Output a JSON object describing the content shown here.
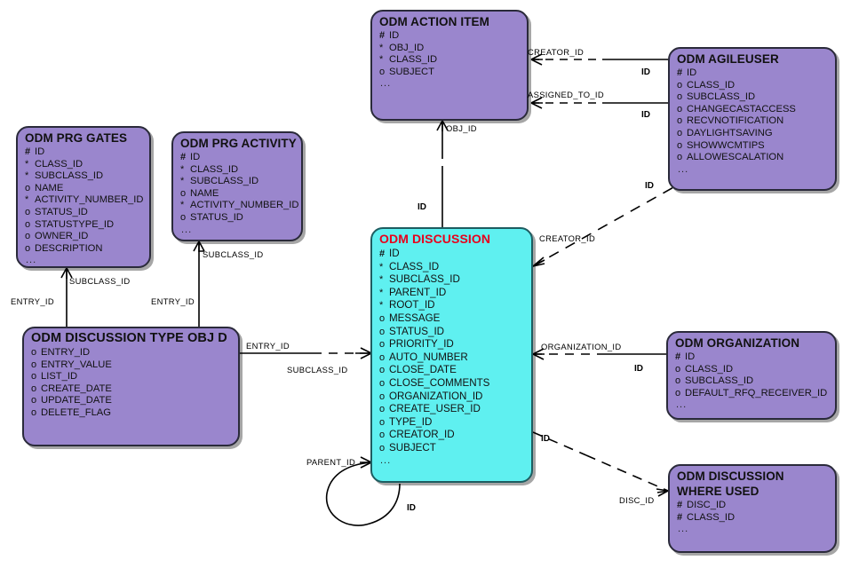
{
  "diagram": {
    "type": "entity-relationship",
    "background": "#ffffff",
    "colors": {
      "entity_fill": "#9a86cd",
      "highlight_entity_fill": "#5ff0f0",
      "highlight_title": "#e8001c",
      "border": "#2a2a3a",
      "line": "#000000"
    }
  },
  "entities": [
    {
      "id": "action_item",
      "title": "ODM ACTION ITEM",
      "attributes": [
        {
          "marker": "#",
          "name": "ID"
        },
        {
          "marker": "*",
          "name": "OBJ_ID"
        },
        {
          "marker": "*",
          "name": "CLASS_ID"
        },
        {
          "marker": "o",
          "name": "SUBJECT"
        }
      ],
      "more": "..."
    },
    {
      "id": "agileuser",
      "title": "ODM AGILEUSER",
      "attributes": [
        {
          "marker": "#",
          "name": "ID"
        },
        {
          "marker": "o",
          "name": "CLASS_ID"
        },
        {
          "marker": "o",
          "name": "SUBCLASS_ID"
        },
        {
          "marker": "o",
          "name": "CHANGECASTACCESS"
        },
        {
          "marker": "o",
          "name": "RECVNOTIFICATION"
        },
        {
          "marker": "o",
          "name": "DAYLIGHTSAVING"
        },
        {
          "marker": "o",
          "name": "SHOWWCMTIPS"
        },
        {
          "marker": "o",
          "name": "ALLOWESCALATION"
        }
      ],
      "more": "..."
    },
    {
      "id": "prg_gates",
      "title": "ODM PRG GATES",
      "attributes": [
        {
          "marker": "#",
          "name": "ID"
        },
        {
          "marker": "*",
          "name": "CLASS_ID"
        },
        {
          "marker": "*",
          "name": "SUBCLASS_ID"
        },
        {
          "marker": "o",
          "name": "NAME"
        },
        {
          "marker": "*",
          "name": "ACTIVITY_NUMBER_ID"
        },
        {
          "marker": "o",
          "name": "STATUS_ID"
        },
        {
          "marker": "o",
          "name": "STATUSTYPE_ID"
        },
        {
          "marker": "o",
          "name": "OWNER_ID"
        },
        {
          "marker": "o",
          "name": "DESCRIPTION"
        }
      ],
      "more": "..."
    },
    {
      "id": "prg_activity",
      "title": "ODM PRG ACTIVITY",
      "attributes": [
        {
          "marker": "#",
          "name": "ID"
        },
        {
          "marker": "*",
          "name": "CLASS_ID"
        },
        {
          "marker": "*",
          "name": "SUBCLASS_ID"
        },
        {
          "marker": "o",
          "name": "NAME"
        },
        {
          "marker": "*",
          "name": "ACTIVITY_NUMBER_ID"
        },
        {
          "marker": "o",
          "name": "STATUS_ID"
        }
      ],
      "more": "..."
    },
    {
      "id": "discussion",
      "title": "ODM DISCUSSION",
      "highlighted": true,
      "attributes": [
        {
          "marker": "#",
          "name": "ID"
        },
        {
          "marker": "*",
          "name": "CLASS_ID"
        },
        {
          "marker": "*",
          "name": "SUBCLASS_ID"
        },
        {
          "marker": "*",
          "name": "PARENT_ID"
        },
        {
          "marker": "*",
          "name": "ROOT_ID"
        },
        {
          "marker": "o",
          "name": "MESSAGE"
        },
        {
          "marker": "o",
          "name": "STATUS_ID"
        },
        {
          "marker": "o",
          "name": "PRIORITY_ID"
        },
        {
          "marker": "o",
          "name": "AUTO_NUMBER"
        },
        {
          "marker": "o",
          "name": "CLOSE_DATE"
        },
        {
          "marker": "o",
          "name": "CLOSE_COMMENTS"
        },
        {
          "marker": "o",
          "name": "ORGANIZATION_ID"
        },
        {
          "marker": "o",
          "name": "CREATE_USER_ID"
        },
        {
          "marker": "o",
          "name": "TYPE_ID"
        },
        {
          "marker": "o",
          "name": "CREATOR_ID"
        },
        {
          "marker": "o",
          "name": "SUBJECT"
        }
      ],
      "more": "..."
    },
    {
      "id": "disc_type_obj_d",
      "title": "ODM DISCUSSION TYPE OBJ D",
      "attributes": [
        {
          "marker": "o",
          "name": "ENTRY_ID"
        },
        {
          "marker": "o",
          "name": "ENTRY_VALUE"
        },
        {
          "marker": "o",
          "name": "LIST_ID"
        },
        {
          "marker": "o",
          "name": "CREATE_DATE"
        },
        {
          "marker": "o",
          "name": "UPDATE_DATE"
        },
        {
          "marker": "o",
          "name": "DELETE_FLAG"
        }
      ],
      "more": ""
    },
    {
      "id": "organization",
      "title": "ODM ORGANIZATION",
      "attributes": [
        {
          "marker": "#",
          "name": "ID"
        },
        {
          "marker": "o",
          "name": "CLASS_ID"
        },
        {
          "marker": "o",
          "name": "SUBCLASS_ID"
        },
        {
          "marker": "o",
          "name": "DEFAULT_RFQ_RECEIVER_ID"
        }
      ],
      "more": "..."
    },
    {
      "id": "disc_where_used",
      "title": "ODM DISCUSSION",
      "title2": "WHERE USED",
      "attributes": [
        {
          "marker": "#",
          "name": "DISC_ID"
        },
        {
          "marker": "#",
          "name": "CLASS_ID"
        }
      ],
      "more": "..."
    }
  ],
  "edge_labels": [
    {
      "id": "l_creator_id_ai",
      "text": "CREATOR_ID"
    },
    {
      "id": "l_id_ai_au1",
      "text": "ID"
    },
    {
      "id": "l_assigned_to_id",
      "text": "ASSIGNED_TO_ID"
    },
    {
      "id": "l_id_ai_au2",
      "text": "ID"
    },
    {
      "id": "l_obj_id",
      "text": "OBJ_ID"
    },
    {
      "id": "l_id_ai_disc",
      "text": "ID"
    },
    {
      "id": "l_creator_id_disc",
      "text": "CREATOR_ID"
    },
    {
      "id": "l_id_disc_au",
      "text": "ID"
    },
    {
      "id": "l_subclass_id_gates",
      "text": "SUBCLASS_ID"
    },
    {
      "id": "l_subclass_id_activity",
      "text": "SUBCLASS_ID"
    },
    {
      "id": "l_entry_id_left",
      "text": "ENTRY_ID"
    },
    {
      "id": "l_entry_id_mid",
      "text": "ENTRY_ID"
    },
    {
      "id": "l_entry_id_right",
      "text": "ENTRY_ID"
    },
    {
      "id": "l_subclass_id_disc",
      "text": "SUBCLASS_ID"
    },
    {
      "id": "l_organization_id",
      "text": "ORGANIZATION_ID"
    },
    {
      "id": "l_id_org",
      "text": "ID"
    },
    {
      "id": "l_parent_id",
      "text": "PARENT_ID"
    },
    {
      "id": "l_id_parent",
      "text": "ID"
    },
    {
      "id": "l_id_wu",
      "text": "ID"
    },
    {
      "id": "l_disc_id",
      "text": "DISC_ID"
    }
  ]
}
